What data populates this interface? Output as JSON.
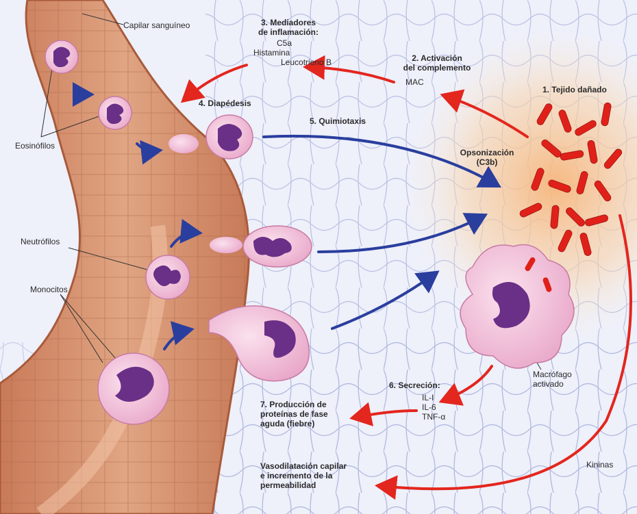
{
  "labels": {
    "capilar": "Capilar sanguíneo",
    "eosinofilos": "Eosinófilos",
    "neutrofilos": "Neutrófilos",
    "monocitos": "Monocitos",
    "mediadores_title": [
      "3. Mediadores",
      "de inflamación:"
    ],
    "mediadores_items": [
      "C5a",
      "Histamina",
      "Leucotrieno B"
    ],
    "activacion_title": [
      "2. Activación",
      "del complemento"
    ],
    "mac": "MAC",
    "tejido": "1. Tejido dañado",
    "diapedesis": "4. Diapédesis",
    "quimiotaxis": "5. Quimiotaxis",
    "opsonizacion": [
      "Opsonización",
      "(C3b)"
    ],
    "macrofago": [
      "Macrófago",
      "activado"
    ],
    "secrecion_title": "6. Secreción:",
    "secrecion_items": [
      "IL-I",
      "IL-6",
      "TNF-α"
    ],
    "produccion": [
      "7. Producción de",
      "proteínas de fase",
      "aguda (fiebre)"
    ],
    "vasodilatacion": [
      "Vasodilatación capilar",
      "e incremento de la",
      "permeabilidad"
    ],
    "kininas": "Kininas"
  },
  "colors": {
    "capillary": "#d99a7a",
    "capillary_dark": "#b8694a",
    "tissue": "#dfe3f4",
    "cell_body": "#f3c3dc",
    "nucleus": "#6a2f86",
    "bacteria": "#e0211a",
    "red_arrow": "#e3261e",
    "blue_arrow": "#2a3e9e"
  }
}
